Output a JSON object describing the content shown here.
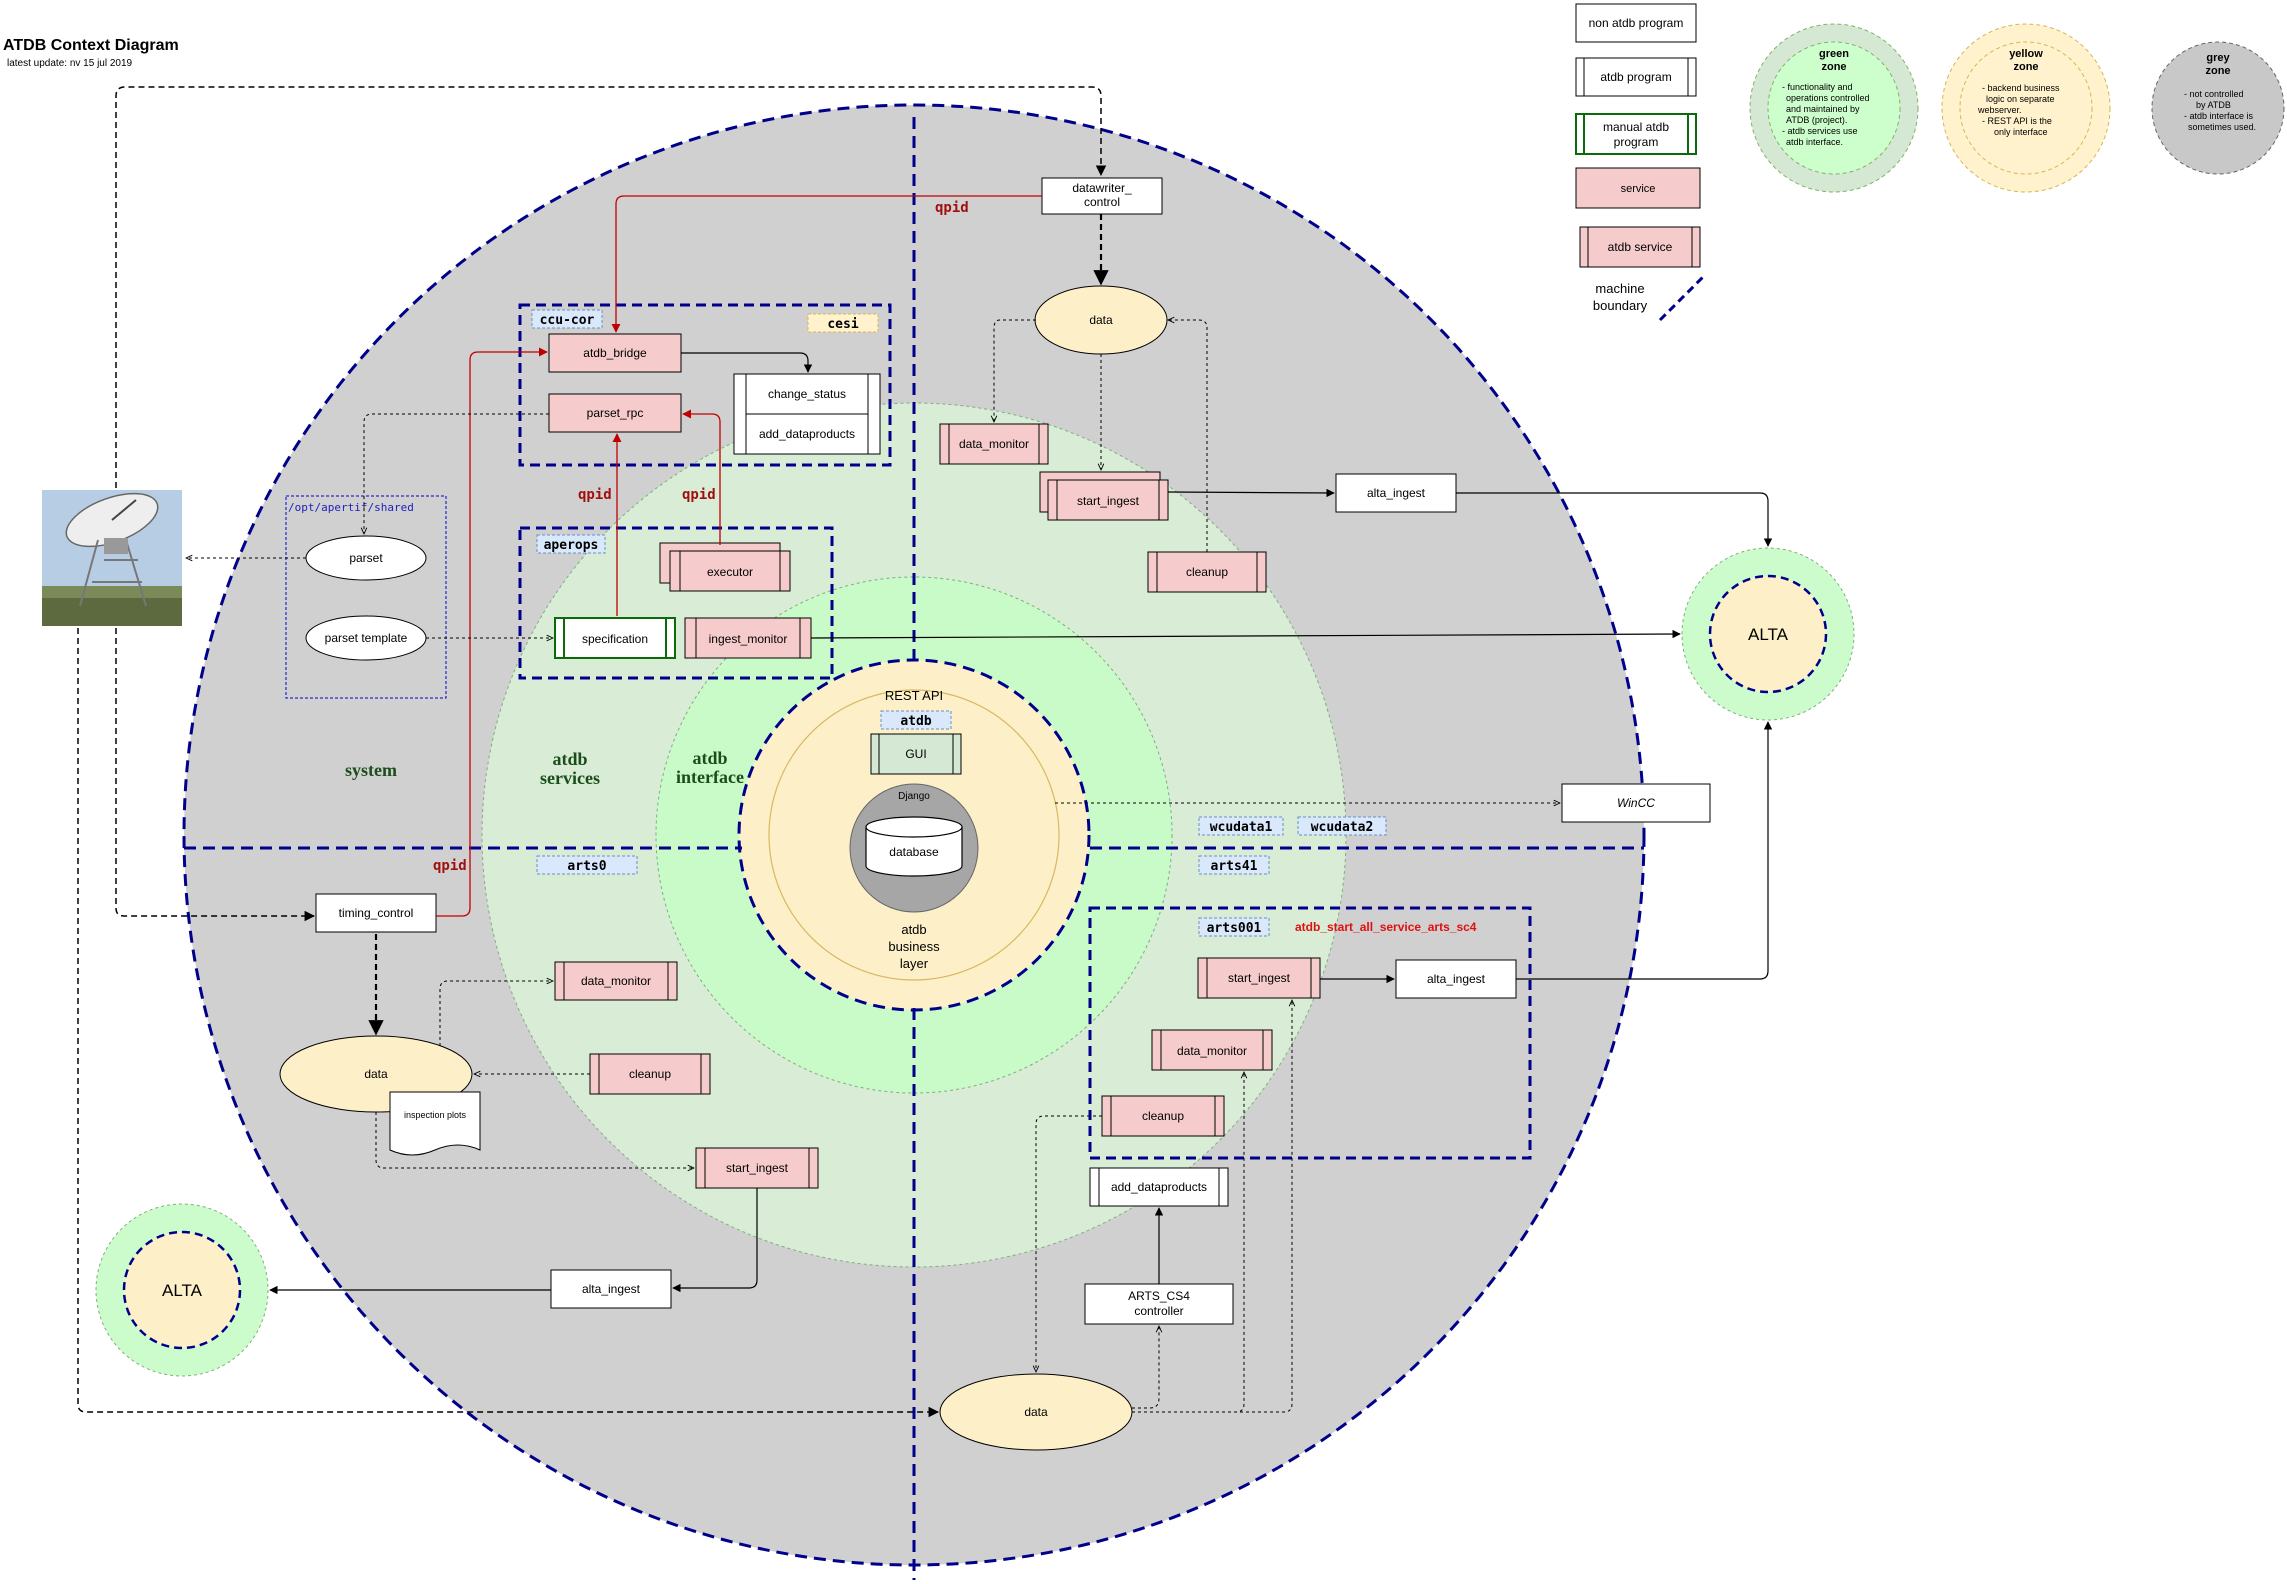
{
  "title": "ATDB Context Diagram",
  "subtitle": "latest update: nv 15 jul 2019",
  "legend": {
    "non_atdb_program": "non atdb program",
    "atdb_program": "atdb program",
    "manual_atdb_program": [
      "manual atdb",
      "program"
    ],
    "service": "service",
    "atdb_service": "atdb service",
    "machine_boundary": [
      "machine",
      "boundary"
    ],
    "green_zone": {
      "title": [
        "green",
        "zone"
      ],
      "body": [
        "- functionality and",
        "operations controlled",
        "and maintained by",
        "ATDB (project).",
        "- atdb services use",
        "atdb interface."
      ],
      "color": "#cfe8cf"
    },
    "yellow_zone": {
      "title": [
        "yellow",
        "zone"
      ],
      "body": [
        "- backend business",
        "logic on separate",
        "webserver.",
        "- REST API is the",
        "only interface"
      ],
      "color": "#fdf0c8"
    },
    "grey_zone": {
      "title": [
        "grey",
        "zone"
      ],
      "body": [
        "- not controlled",
        "by ATDB",
        "- atdb interface is",
        "sometimes used."
      ],
      "color": "#c8c8c8"
    }
  },
  "zones": {
    "system": "system",
    "atdb_services": [
      "atdb",
      "services"
    ],
    "atdb_interface": [
      "atdb",
      "interface"
    ],
    "rest_api": "REST API",
    "django": "Django",
    "database": "database",
    "business_layer": [
      "atdb",
      "business",
      "layer"
    ],
    "gui": "GUI"
  },
  "machines": {
    "ccu_cor": "ccu-cor",
    "cesi": "cesi",
    "aperops": "aperops",
    "atdb": "atdb",
    "arts0": "arts0",
    "wcudata1": "wcudata1",
    "wcudata2": "wcudata2",
    "arts41": "arts41",
    "arts001": "arts001",
    "shared_dir": "/opt/apertif/shared"
  },
  "boxes": {
    "datawriter_control": [
      "datawriter_",
      "control"
    ],
    "atdb_bridge": "atdb_bridge",
    "parset_rpc": "parset_rpc",
    "change_status": "change_status",
    "add_dataproducts_top": "add_dataproducts",
    "executor": "executor",
    "specification": "specification",
    "ingest_monitor": "ingest_monitor",
    "data_monitor_top": "data_monitor",
    "start_ingest_top": "start_ingest",
    "cleanup_top": "cleanup",
    "alta_ingest_top": "alta_ingest",
    "timing_control": "timing_control",
    "data_monitor_left": "data_monitor",
    "cleanup_left": "cleanup",
    "start_ingest_left": "start_ingest",
    "alta_ingest_left": "alta_ingest",
    "start_ingest_arts": "start_ingest",
    "alta_ingest_arts": "alta_ingest",
    "data_monitor_arts": "data_monitor",
    "cleanup_arts": "cleanup",
    "add_dataproducts_arts": "add_dataproducts",
    "arts_cs4_controller": [
      "ARTS_CS4",
      "controller"
    ],
    "wincc": "WinCC",
    "inspection_plots": "inspection plots"
  },
  "ellipses": {
    "data_top": "data",
    "parset": "parset",
    "parset_template": "parset template",
    "data_left": "data",
    "data_bottom": "data"
  },
  "alta": {
    "right": "ALTA",
    "left": "ALTA"
  },
  "labels": {
    "qpid_top": "qpid",
    "qpid_left": "qpid",
    "qpid_mid": "qpid",
    "qpid_timing": "qpid",
    "arts_service_note": "atdb_start_all_service_arts_sc4"
  },
  "icons": {
    "telescope": "radio-telescope-icon"
  },
  "colors": {
    "grey_zone": "#d0d0d0",
    "services_zone": "#d8ecd6",
    "interface_zone": "#c8fbc8",
    "yellow_zone": "#fdf0c8",
    "service_fill": "#f6cbcb",
    "machine_boundary": "#00008b",
    "qpid_line": "#c00000",
    "manual_program_border": "#0b6b0b"
  }
}
